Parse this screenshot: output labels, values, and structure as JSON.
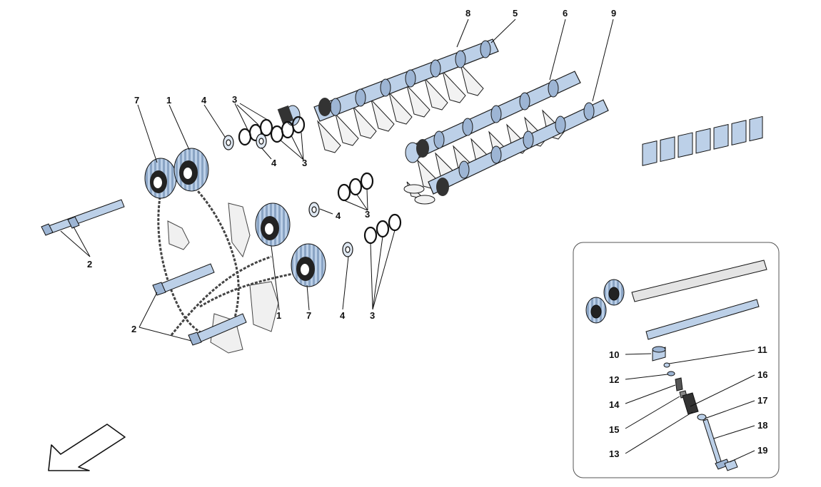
{
  "colors": {
    "part_fill": "#bcd0e8",
    "part_dark": "#7f99bb",
    "outline": "#1a1a1a",
    "gray_part": "#e6e6e6",
    "inset_border": "#555555"
  },
  "labels": {
    "top_8": "8",
    "top_5": "5",
    "top_6": "6",
    "top_9": "9",
    "l7_top": "7",
    "l1_top": "1",
    "l4_top": "4",
    "l3_top": "3",
    "l4_mid_a": "4",
    "l3_mid_a": "3",
    "l4_mid_b": "4",
    "l3_mid_b": "3",
    "l2_upper": "2",
    "l2_lower": "2",
    "l1_bottom": "1",
    "l7_bottom": "7",
    "l4_bottom": "4",
    "l3_bottom": "3",
    "l10": "10",
    "l11": "11",
    "l12": "12",
    "l14": "14",
    "l15": "15",
    "l13": "13",
    "l16": "16",
    "l17": "17",
    "l18": "18",
    "l19": "19"
  },
  "icons": {
    "direction_arrow": "front-direction-arrow-icon"
  }
}
